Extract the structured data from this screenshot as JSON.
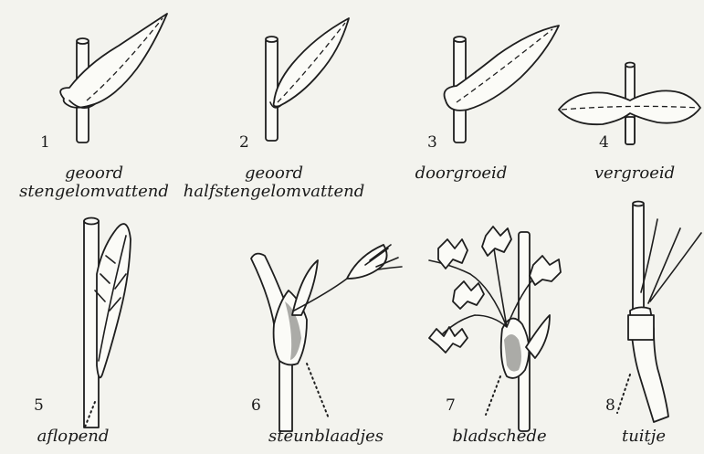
{
  "figures": [
    {
      "number": "1",
      "caption_lines": [
        "geoord",
        "stengelomvattend"
      ]
    },
    {
      "number": "2",
      "caption_lines": [
        "geoord",
        "halfstengelomvattend"
      ]
    },
    {
      "number": "3",
      "caption_lines": [
        "doorgroeid"
      ]
    },
    {
      "number": "4",
      "caption_lines": [
        "vergroeid"
      ]
    },
    {
      "number": "5",
      "caption_lines": [
        "aflopend"
      ]
    },
    {
      "number": "6",
      "caption_lines": [
        "steunblaadjes"
      ]
    },
    {
      "number": "7",
      "caption_lines": [
        "bladschede"
      ]
    },
    {
      "number": "8",
      "caption_lines": [
        "tuitje"
      ]
    }
  ]
}
